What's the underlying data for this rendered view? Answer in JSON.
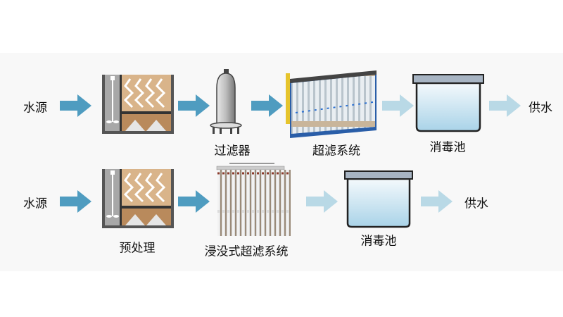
{
  "colors": {
    "arrow_dark": "#4f9cc0",
    "arrow_light": "#b9d9e6",
    "tank_water_top": "#f2f8fb",
    "tank_water_bottom": "#a9d3e8",
    "tank_lid": "#a7b4c3"
  },
  "rows": [
    {
      "source": "水源",
      "stages": [
        "过滤器",
        "超滤系统",
        "消毒池"
      ],
      "output": "供水"
    },
    {
      "source": "水源",
      "stages": [
        "预处理",
        "浸没式超滤系统",
        "消毒池"
      ],
      "output": "供水"
    }
  ]
}
